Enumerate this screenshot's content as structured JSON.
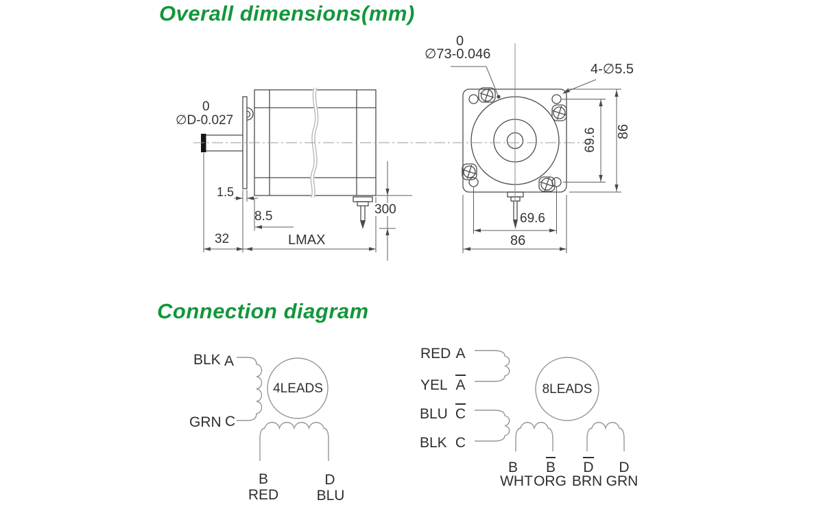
{
  "titles": {
    "overall": "Overall dimensions(mm)",
    "connection": "Connection diagram"
  },
  "colors": {
    "title_green": "#13963B",
    "outline": "#4a4a4a",
    "dim_line": "#5c5c5c",
    "coil_gray": "#969696",
    "text": "#333333"
  },
  "side_view": {
    "shaft_dia_tol_upper": "0",
    "shaft_dia": "∅D-0.027",
    "flange_thickness": "1.5",
    "pilot_depth": "8.5",
    "shaft_length": "32",
    "body_length": "LMAX",
    "cable_length": "300"
  },
  "front_view": {
    "pilot_dia_tol_upper": "0",
    "pilot_dia": "∅73-0.046",
    "mount_holes": "4-∅5.5",
    "hole_spacing_vertical": "69.6",
    "frame_size_vertical": "86",
    "hole_spacing_horizontal": "69.6",
    "frame_size_horizontal": "86"
  },
  "four_leads": {
    "label": "4LEADS",
    "terminals_left": [
      {
        "wire": "BLK",
        "terminal": "A"
      },
      {
        "wire": "GRN",
        "terminal": "C"
      }
    ],
    "terminals_bottom": [
      {
        "terminal": "B",
        "wire": "RED"
      },
      {
        "terminal": "D",
        "wire": "BLU"
      }
    ]
  },
  "eight_leads": {
    "label": "8LEADS",
    "terminals_left": [
      {
        "wire": "RED",
        "terminal": "A",
        "bar": false
      },
      {
        "wire": "YEL",
        "terminal": "A",
        "bar": true
      },
      {
        "wire": "BLU",
        "terminal": "C",
        "bar": true
      },
      {
        "wire": "BLK",
        "terminal": "C",
        "bar": false
      }
    ],
    "terminals_bottom": [
      {
        "terminal": "B",
        "bar": false,
        "wire": "WHT"
      },
      {
        "terminal": "B",
        "bar": true,
        "wire": "ORG"
      },
      {
        "terminal": "D",
        "bar": true,
        "wire": "BRN"
      },
      {
        "terminal": "D",
        "bar": false,
        "wire": "GRN"
      }
    ]
  }
}
